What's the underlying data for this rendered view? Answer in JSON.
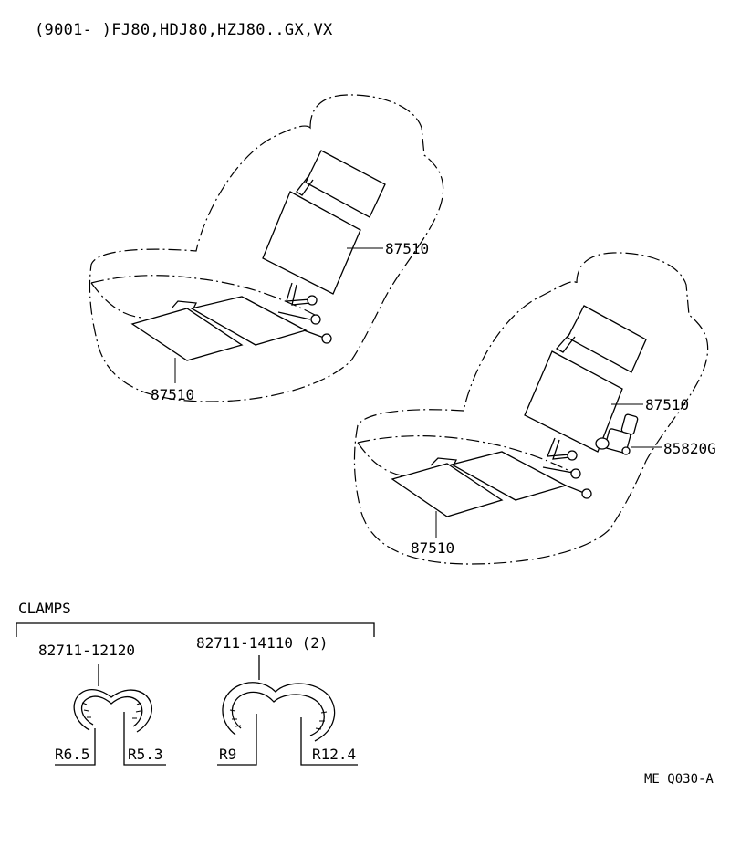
{
  "header": {
    "applicability": "(9001-    )FJ80,HDJ80,HZJ80..GX,VX"
  },
  "callouts": {
    "left_back": "87510",
    "left_cushion": "87510",
    "right_back": "87510",
    "right_cushion": "87510",
    "switch": "85820G"
  },
  "clamps": {
    "title": "CLAMPS",
    "small": {
      "part_number": "82711-12120",
      "radius_outer": "R6.5",
      "radius_inner": "R5.3"
    },
    "large": {
      "part_number": "82711-14110 (2)",
      "radius_outer": "R9",
      "radius_inner": "R12.4"
    }
  },
  "footer": {
    "code": "ME  Q030-A"
  }
}
